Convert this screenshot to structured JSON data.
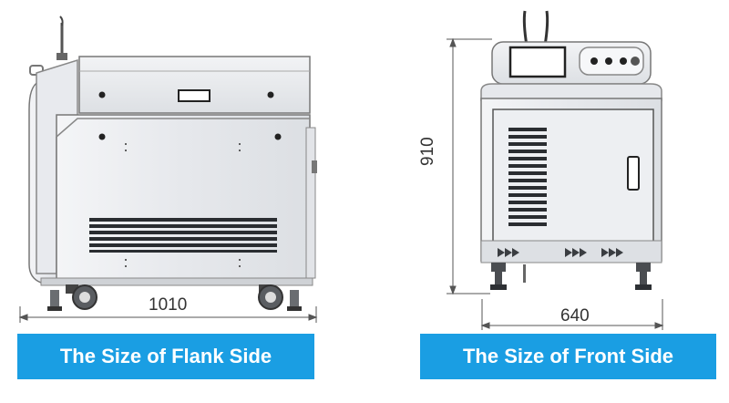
{
  "flank": {
    "dimension": "1010",
    "caption": "The Size of Flank Side"
  },
  "front": {
    "height_dimension": "910",
    "width_dimension": "640",
    "caption": "The Size of Front Side"
  },
  "colors": {
    "caption_bg": "#1a9ee3",
    "caption_text": "#ffffff",
    "body": "#eef0f3",
    "outline": "#6b6e72",
    "dark": "#1f2226"
  }
}
